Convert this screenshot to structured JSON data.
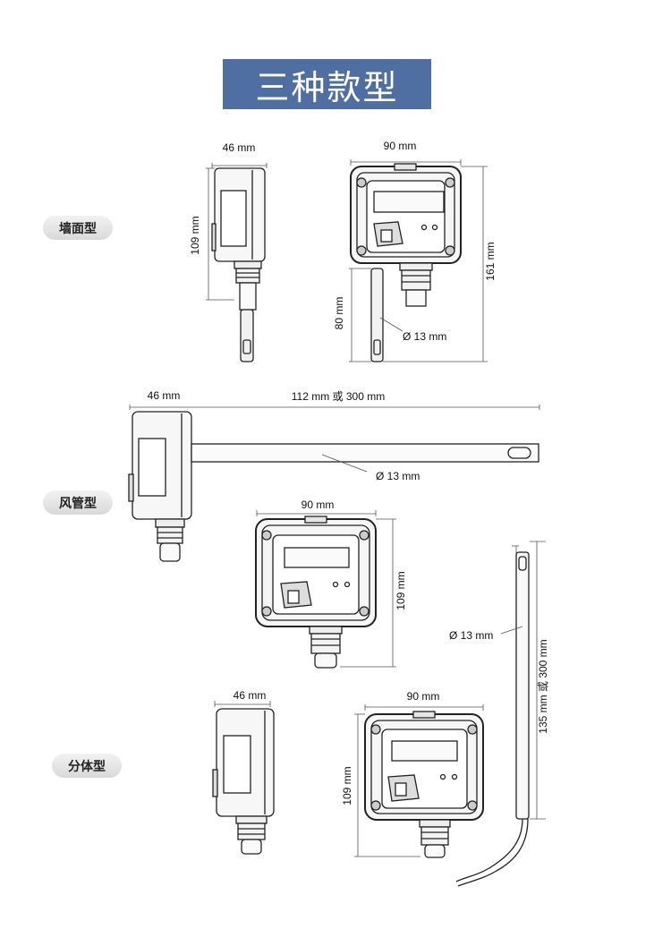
{
  "title": "三种款型",
  "types": {
    "wall": "墙面型",
    "duct": "风管型",
    "split": "分体型"
  },
  "dims": {
    "wall_depth": "46 mm",
    "wall_width": "90 mm",
    "wall_height_side": "109 mm",
    "wall_total_height": "161 mm",
    "wall_probe_len": "80 mm",
    "wall_probe_dia": "Ø 13 mm",
    "duct_depth": "46 mm",
    "duct_probe_len": "112 mm  或  300 mm",
    "duct_probe_dia": "Ø 13 mm",
    "duct_width": "90 mm",
    "duct_height": "109 mm",
    "split_probe_dia": "Ø 13 mm",
    "split_probe_len": "135 mm  或  300 mm",
    "split_depth": "46 mm",
    "split_width": "90 mm",
    "split_height": "109 mm"
  }
}
